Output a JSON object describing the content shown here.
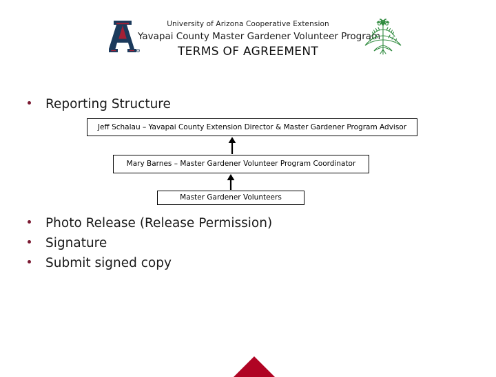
{
  "slide": {
    "header": {
      "ua_logo_icon": "university-of-arizona-a-logo",
      "plant_logo_icon": "green-plant-emblem-icon",
      "line1": "University of Arizona Cooperative Extension",
      "line2": "Yavapai County Master Gardener Volunteer Program",
      "line3": "TERMS OF AGREEMENT"
    },
    "bullets": [
      {
        "id": "reporting-structure",
        "label": "Reporting Structure"
      },
      {
        "id": "photo-release",
        "label": "Photo Release (Release Permission)"
      },
      {
        "id": "signature",
        "label": "Signature"
      },
      {
        "id": "submit-signed-copy",
        "label": "Submit signed copy"
      }
    ],
    "org_chart": {
      "boxes": [
        {
          "label": "Jeff Schalau – Yavapai County Extension Director & Master Gardener Program Advisor"
        },
        {
          "label": "Mary Barnes – Master Gardener Volunteer Program Coordinator"
        },
        {
          "label": "Master Gardener Volunteers"
        }
      ],
      "arrows": [
        {
          "icon": "arrow-up-icon",
          "from": "Mary Barnes – Master Gardener Volunteer Program Coordinator",
          "to": "Jeff Schalau – Yavapai County Extension Director & Master Gardener Program Advisor"
        },
        {
          "icon": "arrow-up-icon",
          "from": "Master Gardener Volunteers",
          "to": "Mary Barnes – Master Gardener Volunteer Program Coordinator"
        }
      ]
    },
    "decoration": {
      "bottom_triangle_icon": "red-triangle-decoration"
    },
    "colors": {
      "bullet": "#7b1a32",
      "triangle": "#b00424",
      "ua_navy": "#1b3a5c",
      "ua_red": "#a32035",
      "plant_green": "#2f8a3e",
      "box_border": "#000000",
      "text": "#1a1a1a",
      "background": "#ffffff"
    }
  }
}
